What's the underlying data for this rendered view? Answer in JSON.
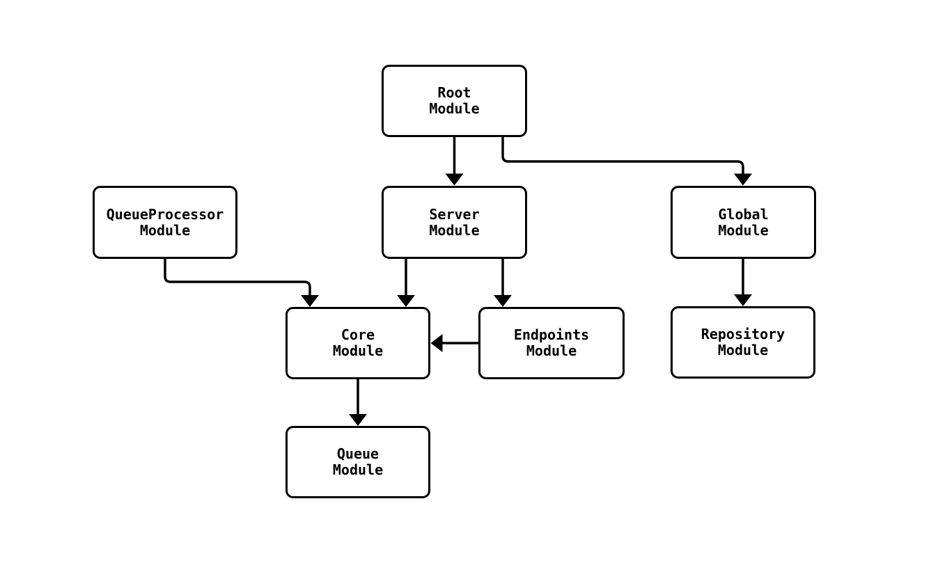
{
  "diagram": {
    "type": "flowchart",
    "direction": "top-down",
    "background_color": "#ffffff",
    "node_fill_color": "#ffffff",
    "node_border_color": "#000000",
    "edge_color": "#000000",
    "text_color": "#000000",
    "arrow_style": "filled-triangle",
    "nodes": [
      {
        "id": "root",
        "label": "Root\nModule"
      },
      {
        "id": "queueprocessor",
        "label": "QueueProcessor\nModule"
      },
      {
        "id": "server",
        "label": "Server\nModule"
      },
      {
        "id": "global",
        "label": "Global\nModule"
      },
      {
        "id": "core",
        "label": "Core\nModule"
      },
      {
        "id": "endpoints",
        "label": "Endpoints\nModule"
      },
      {
        "id": "repository",
        "label": "Repository\nModule"
      },
      {
        "id": "queue",
        "label": "Queue\nModule"
      }
    ],
    "edges": [
      {
        "from": "root",
        "to": "server"
      },
      {
        "from": "root",
        "to": "global"
      },
      {
        "from": "queueprocessor",
        "to": "core"
      },
      {
        "from": "server",
        "to": "core"
      },
      {
        "from": "server",
        "to": "endpoints"
      },
      {
        "from": "endpoints",
        "to": "core"
      },
      {
        "from": "global",
        "to": "repository"
      },
      {
        "from": "core",
        "to": "queue"
      }
    ]
  }
}
